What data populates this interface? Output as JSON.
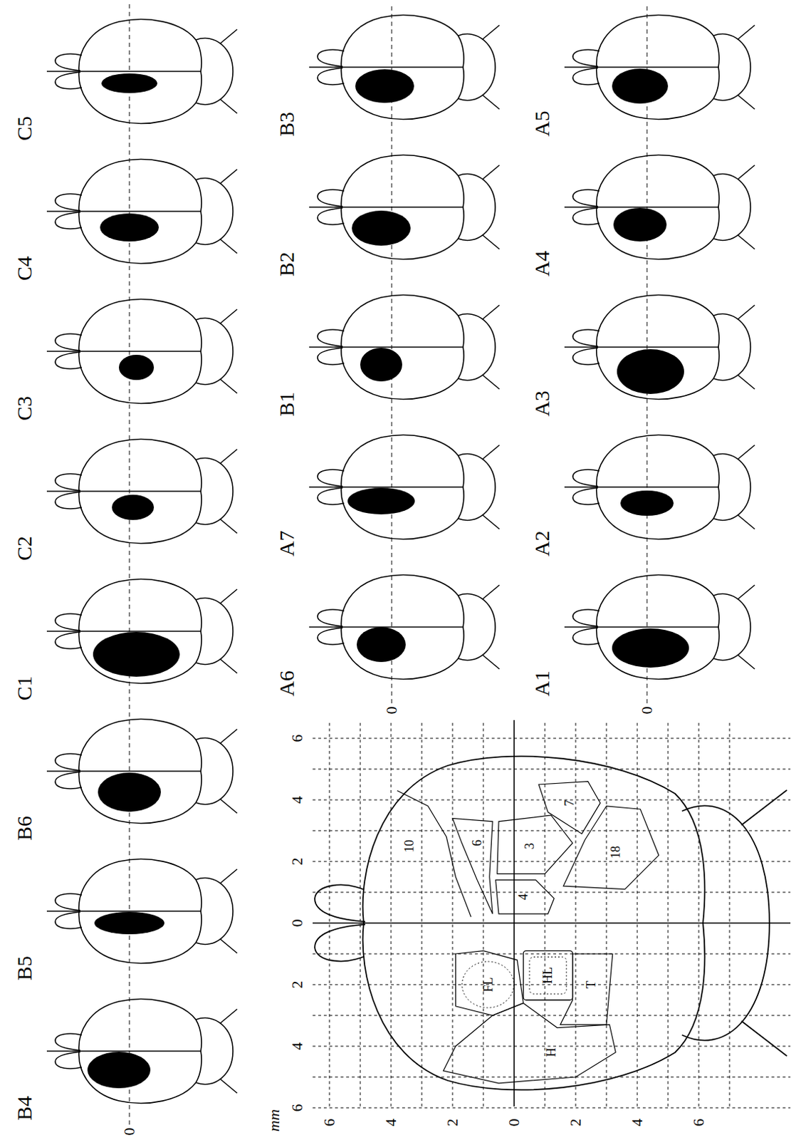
{
  "diagram": {
    "labels": [
      "mm",
      "6",
      "4",
      "2",
      "0",
      "2",
      "4",
      "6",
      "6",
      "4",
      "2",
      "0",
      "2",
      "4",
      "6",
      "10",
      "6",
      "4",
      "3",
      "7",
      "18",
      "FL",
      "HL",
      "T",
      "H",
      "0",
      "B4",
      "B5",
      "B6",
      "C1",
      "C2",
      "C3",
      "C4",
      "C5",
      "0",
      "A6",
      "A7",
      "B1",
      "B2",
      "B3",
      "0",
      "A1",
      "A2",
      "A3",
      "A4",
      "A5"
    ]
  }
}
